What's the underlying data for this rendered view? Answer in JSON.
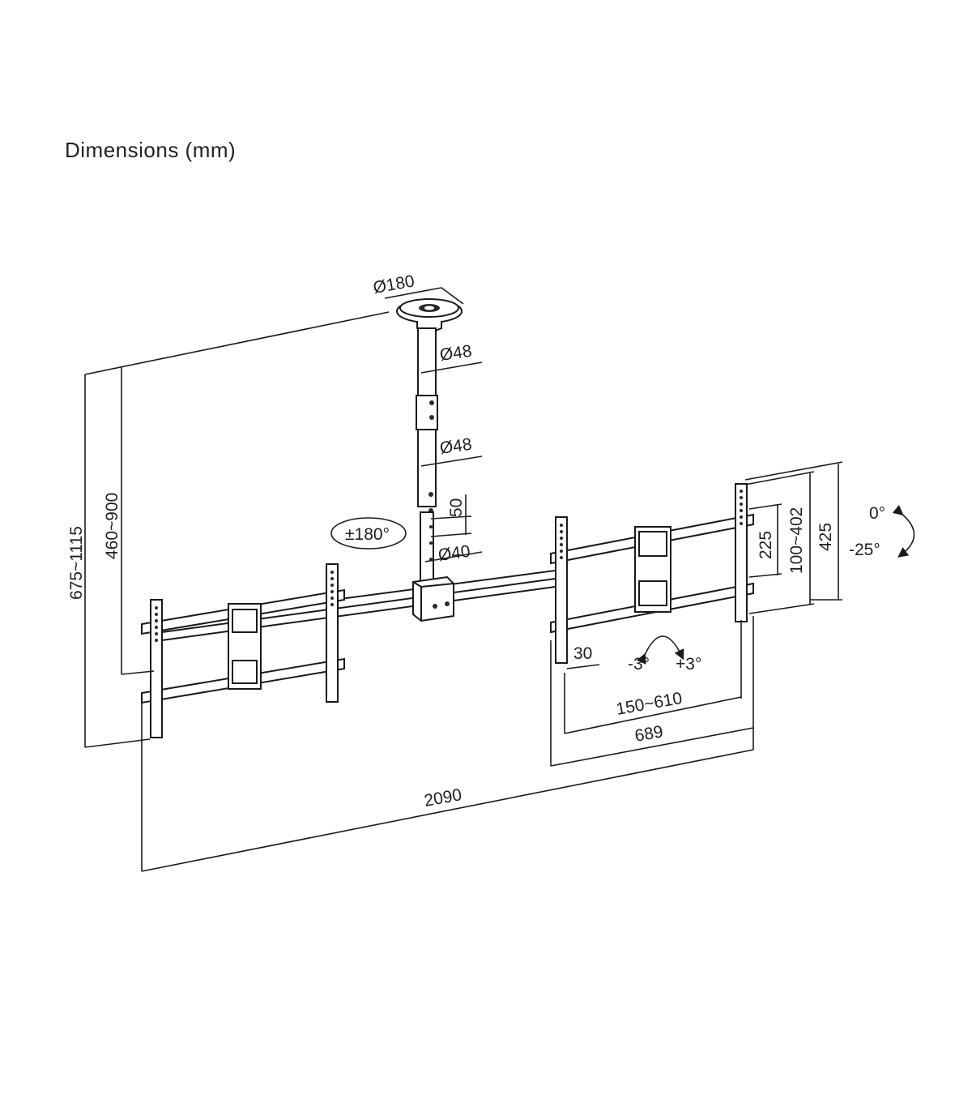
{
  "title": "Dimensions (mm)",
  "labels": {
    "plate_diameter": "Ø180",
    "upper_pole_diameter": "Ø48",
    "middle_pole_diameter": "Ø48",
    "hole_spacing": "50",
    "lower_pole_diameter": "Ø40",
    "swivel": "±180°",
    "total_height": "675~1115",
    "height_to_arm": "460~900",
    "total_width": "2090",
    "bracket_width": "689",
    "bracket_range": "150~610",
    "depth": "30",
    "roll_minus": "-3°",
    "roll_plus": "+3°",
    "arm_spacing": "225",
    "vesa_vertical": "100~402",
    "rail_height": "425",
    "tilt_zero": "0°",
    "tilt_minus": "-25°"
  }
}
